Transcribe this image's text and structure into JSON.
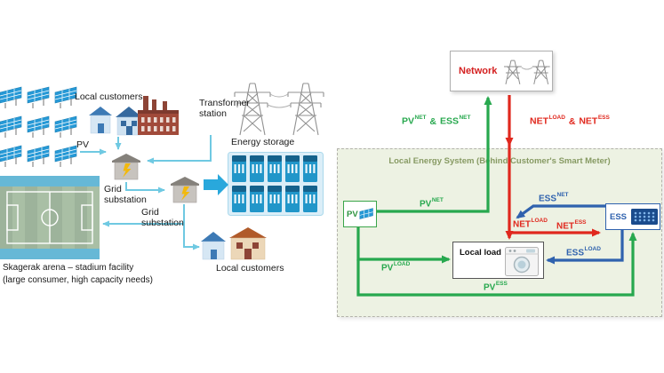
{
  "colors": {
    "flow_green": "#27a84e",
    "flow_red": "#e0281e",
    "flow_blue": "#2f62ae",
    "left_wire_cyan": "#6fc9e2",
    "storage_arrow_blue": "#29a8dc",
    "system_bg": "#edf2e3",
    "title_green": "#879a63",
    "network_red": "#d42020"
  },
  "left": {
    "labels": {
      "local_customers_top": "Local customers",
      "transformer_station": "Transformer station",
      "pv": "PV",
      "energy_storage": "Energy storage",
      "grid_substation_a": "Grid substation",
      "grid_substation_b": "Grid substation",
      "local_customers_bottom": "Local customers",
      "arena_line1": "Skagerak arena – stadium facility",
      "arena_line2": "(large consumer, high capacity needs)"
    }
  },
  "right": {
    "network_label": "Network",
    "system_title": "Local Energy System (Behind Customer's Smart Meter)",
    "pv_box_label": "PV",
    "ess_box_label": "ESS",
    "local_load_label": "Local load",
    "amp": " & ",
    "flows": {
      "pv_net": {
        "base": "PV",
        "sup": "NET"
      },
      "ess_net": {
        "base": "ESS",
        "sup": "NET"
      },
      "net_load": {
        "base": "NET",
        "sup": "LOAD"
      },
      "net_ess": {
        "base": "NET",
        "sup": "ESS"
      },
      "ess_load": {
        "base": "ESS",
        "sup": "LOAD"
      },
      "pv_load": {
        "base": "PV",
        "sup": "LOAD"
      },
      "pv_ess": {
        "base": "PV",
        "sup": "ESS"
      }
    }
  }
}
